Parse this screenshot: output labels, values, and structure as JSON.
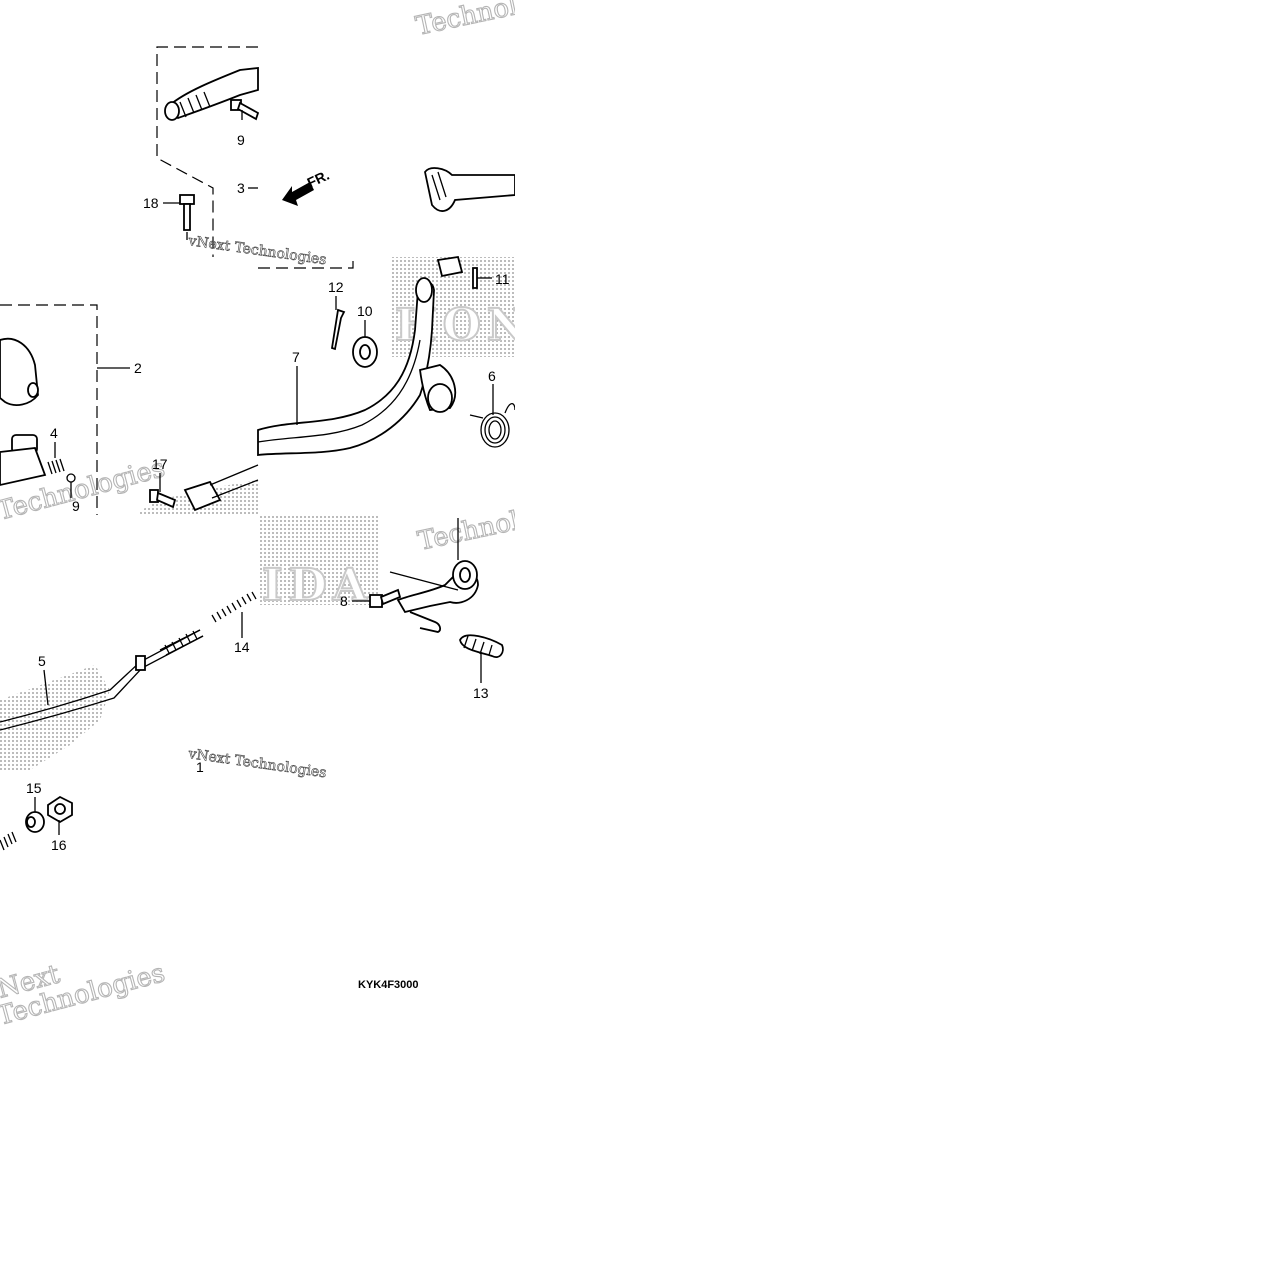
{
  "diagram": {
    "code": "KYK4F3000",
    "direction_label": "FR.",
    "watermark_text": "Technologies",
    "watermark_text_2": "vNext Technologies",
    "watermark_text_3": "Next",
    "brand_watermark": "HONDA",
    "brand_watermark_2": "IDA",
    "callouts": [
      {
        "id": "1",
        "label": "1"
      },
      {
        "id": "2",
        "label": "2"
      },
      {
        "id": "3",
        "label": "3"
      },
      {
        "id": "4",
        "label": "4"
      },
      {
        "id": "5",
        "label": "5"
      },
      {
        "id": "6",
        "label": "6"
      },
      {
        "id": "7",
        "label": "7"
      },
      {
        "id": "8",
        "label": "8"
      },
      {
        "id": "9",
        "label": "9"
      },
      {
        "id": "9b",
        "label": "9"
      },
      {
        "id": "10",
        "label": "10"
      },
      {
        "id": "11",
        "label": "11"
      },
      {
        "id": "12",
        "label": "12"
      },
      {
        "id": "13",
        "label": "13"
      },
      {
        "id": "14",
        "label": "14"
      },
      {
        "id": "15",
        "label": "15"
      },
      {
        "id": "16",
        "label": "16"
      },
      {
        "id": "17",
        "label": "17"
      },
      {
        "id": "18",
        "label": "18"
      }
    ]
  }
}
